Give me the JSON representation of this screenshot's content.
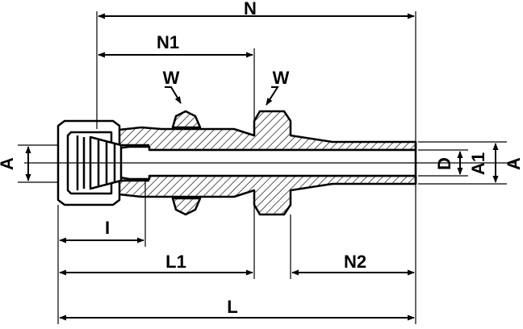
{
  "labels": {
    "N": "N",
    "N1": "N1",
    "W_left": "W",
    "W_right": "W",
    "A_left": "A",
    "D": "D",
    "A1": "A1",
    "A_right": "A",
    "I": "I",
    "L1": "L1",
    "N2": "N2",
    "L": "L"
  },
  "colors": {
    "line": "#000000",
    "background": "#ffffff"
  }
}
